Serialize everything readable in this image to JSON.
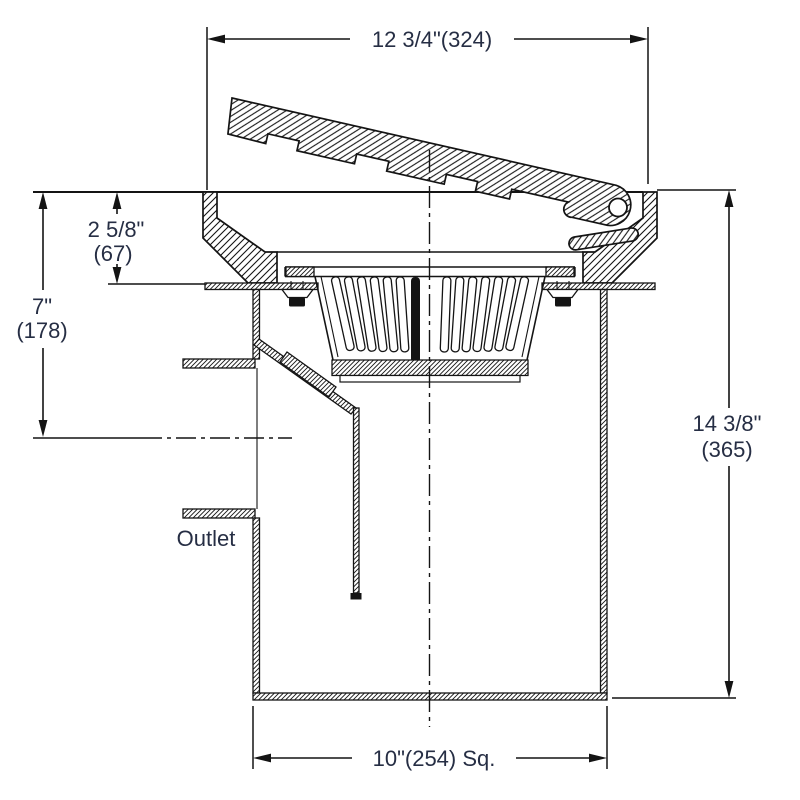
{
  "drawing": {
    "type": "sectional technical drawing of a square drain / catch basin with hinged slotted cover, internal sediment bucket and side outlet",
    "colors": {
      "line": "#141414",
      "text": "#262e44",
      "background": "#ffffff"
    },
    "dimensions": {
      "top_width": "12 3/4\"(324)",
      "flange_depth_in": "2 5/8\"",
      "flange_depth_mm": "(67)",
      "outlet_centerline_in": "7\"",
      "outlet_centerline_mm": "(178)",
      "overall_height_in": "14 3/8\"",
      "overall_height_mm": "(365)",
      "body_width": "10\"(254) Sq."
    },
    "labels": {
      "outlet": "Outlet"
    }
  }
}
